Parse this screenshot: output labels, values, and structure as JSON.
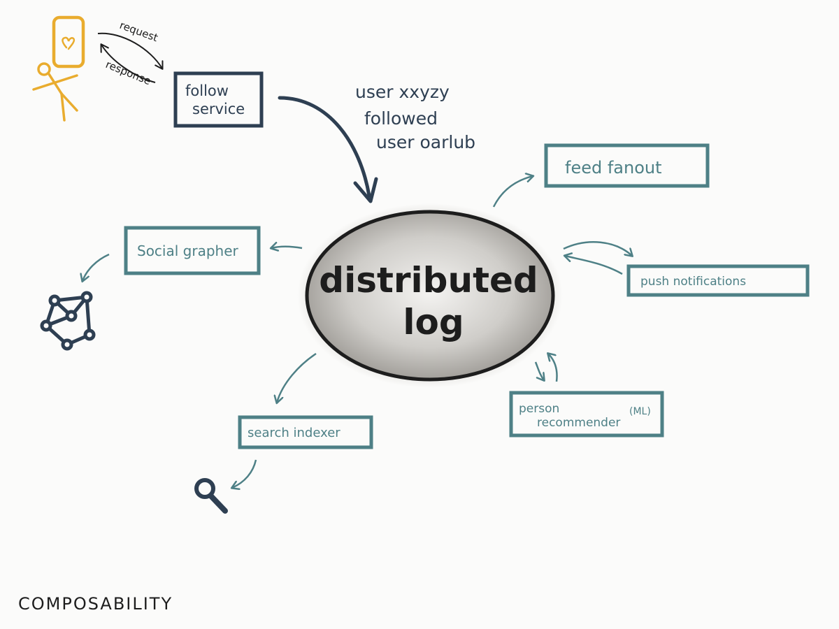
{
  "center": {
    "line1": "distributed",
    "line2": "log"
  },
  "client": {
    "request_label": "request",
    "response_label": "response"
  },
  "follow_service": {
    "line1": "follow",
    "line2": "service"
  },
  "event_message": {
    "line1": "user xxyzy",
    "line2": "followed",
    "line3": "user oarlub"
  },
  "consumers": {
    "feed_fanout": "feed fanout",
    "social_grapher": "Social grapher",
    "push_notifications": "push notifications",
    "search_indexer": "search indexer",
    "person_recommender_line1": "person",
    "person_recommender_line2": "recommender",
    "person_recommender_tag": "(ML)"
  },
  "icons": {
    "user": "stick-figure-icon",
    "phone": "smartphone-heart-icon",
    "graph": "graph-network-icon",
    "search": "magnifier-icon"
  },
  "colors": {
    "navy": "#2e3f52",
    "teal": "#4e8086",
    "phone": "#e9ac2e",
    "ink": "#1d1d1d",
    "ellipse_fill": "#cfcdc9"
  },
  "footer": {
    "title": "COMPOSABILITY"
  }
}
